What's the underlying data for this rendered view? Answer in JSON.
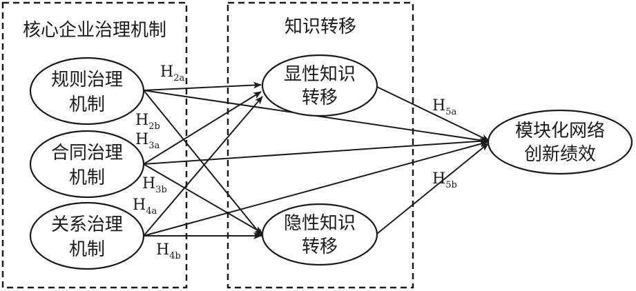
{
  "groups": {
    "governance": "核心企业治理机制",
    "transfer": "知识转移"
  },
  "nodes": {
    "rule": {
      "line1": "规则治理",
      "line2": "机制"
    },
    "contract": {
      "line1": "合同治理",
      "line2": "机制"
    },
    "relation": {
      "line1": "关系治理",
      "line2": "机制"
    },
    "explicit": {
      "line1": "显性知识",
      "line2": "转移"
    },
    "tacit": {
      "line1": "隐性知识",
      "line2": "转移"
    },
    "performance": {
      "line1": "模块化网络",
      "line2": "创新绩效"
    }
  },
  "hypotheses": {
    "h2a": {
      "main": "H",
      "sub": "2a"
    },
    "h2b": {
      "main": "H",
      "sub": "2b"
    },
    "h3a": {
      "main": "H",
      "sub": "3a"
    },
    "h3b": {
      "main": "H",
      "sub": "3b"
    },
    "h4a": {
      "main": "H",
      "sub": "4a"
    },
    "h4b": {
      "main": "H",
      "sub": "4b"
    },
    "h5a": {
      "main": "H",
      "sub": "5a"
    },
    "h5b": {
      "main": "H",
      "sub": "5b"
    }
  }
}
